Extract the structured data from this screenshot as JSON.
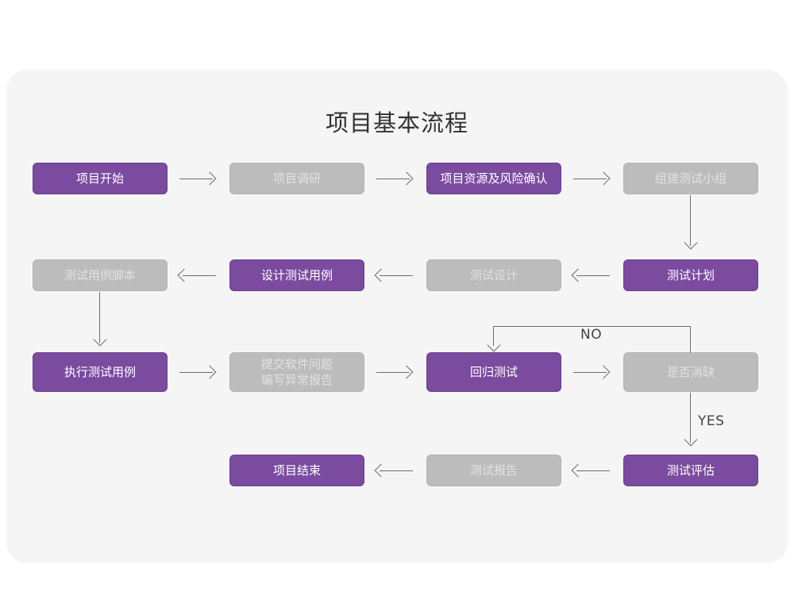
{
  "page": {
    "background": "#ffffff",
    "card_background": "#f5f5f5"
  },
  "title": "项目基本流程",
  "colors": {
    "accent_purple": "#7b4b9f",
    "muted_gray": "#bcbcbc",
    "purple_text": "#ffffff",
    "gray_text": "#e2e2e2",
    "connector": "#6d6d6d",
    "title_text": "#333333"
  },
  "nodes": [
    {
      "id": "n1",
      "label": "项目开始",
      "style": "purple",
      "row": 1,
      "col": 1
    },
    {
      "id": "n2",
      "label": "项目调研",
      "style": "gray",
      "row": 1,
      "col": 2
    },
    {
      "id": "n3",
      "label": "项目资源及风险确认",
      "style": "purple",
      "row": 1,
      "col": 3
    },
    {
      "id": "n4",
      "label": "组建测试小组",
      "style": "gray",
      "row": 1,
      "col": 4
    },
    {
      "id": "n5",
      "label": "测试用例脚本",
      "style": "gray",
      "row": 2,
      "col": 1
    },
    {
      "id": "n6",
      "label": "设计测试用例",
      "style": "purple",
      "row": 2,
      "col": 2
    },
    {
      "id": "n7",
      "label": "测试设计",
      "style": "gray",
      "row": 2,
      "col": 3
    },
    {
      "id": "n8",
      "label": "测试计划",
      "style": "purple",
      "row": 2,
      "col": 4
    },
    {
      "id": "n9",
      "label": "执行测试用例",
      "style": "purple",
      "row": 3,
      "col": 1
    },
    {
      "id": "n10",
      "label": "提交软件问题\n编写异常报告",
      "style": "gray",
      "row": 3,
      "col": 2
    },
    {
      "id": "n11",
      "label": "回归测试",
      "style": "purple",
      "row": 3,
      "col": 3
    },
    {
      "id": "n12",
      "label": "是否消缺",
      "style": "gray",
      "row": 3,
      "col": 4
    },
    {
      "id": "n13",
      "label": "项目结束",
      "style": "purple",
      "row": 4,
      "col": 2
    },
    {
      "id": "n14",
      "label": "测试报告",
      "style": "gray",
      "row": 4,
      "col": 3
    },
    {
      "id": "n15",
      "label": "测试评估",
      "style": "purple",
      "row": 4,
      "col": 4
    }
  ],
  "edges": [
    {
      "from": "n1",
      "to": "n2",
      "direction": "right",
      "label": ""
    },
    {
      "from": "n2",
      "to": "n3",
      "direction": "right",
      "label": ""
    },
    {
      "from": "n3",
      "to": "n4",
      "direction": "right",
      "label": ""
    },
    {
      "from": "n4",
      "to": "n8",
      "direction": "down",
      "label": ""
    },
    {
      "from": "n8",
      "to": "n7",
      "direction": "left",
      "label": ""
    },
    {
      "from": "n7",
      "to": "n6",
      "direction": "left",
      "label": ""
    },
    {
      "from": "n6",
      "to": "n5",
      "direction": "left",
      "label": ""
    },
    {
      "from": "n5",
      "to": "n9",
      "direction": "down",
      "label": ""
    },
    {
      "from": "n9",
      "to": "n10",
      "direction": "right",
      "label": ""
    },
    {
      "from": "n10",
      "to": "n11",
      "direction": "right",
      "label": ""
    },
    {
      "from": "n11",
      "to": "n12",
      "direction": "right",
      "label": ""
    },
    {
      "from": "n12",
      "to": "n11",
      "direction": "loop-up",
      "label": "NO"
    },
    {
      "from": "n12",
      "to": "n15",
      "direction": "down",
      "label": "YES"
    },
    {
      "from": "n15",
      "to": "n14",
      "direction": "left",
      "label": ""
    },
    {
      "from": "n14",
      "to": "n13",
      "direction": "left",
      "label": ""
    }
  ],
  "edge_labels": {
    "no": "NO",
    "yes": "YES"
  }
}
